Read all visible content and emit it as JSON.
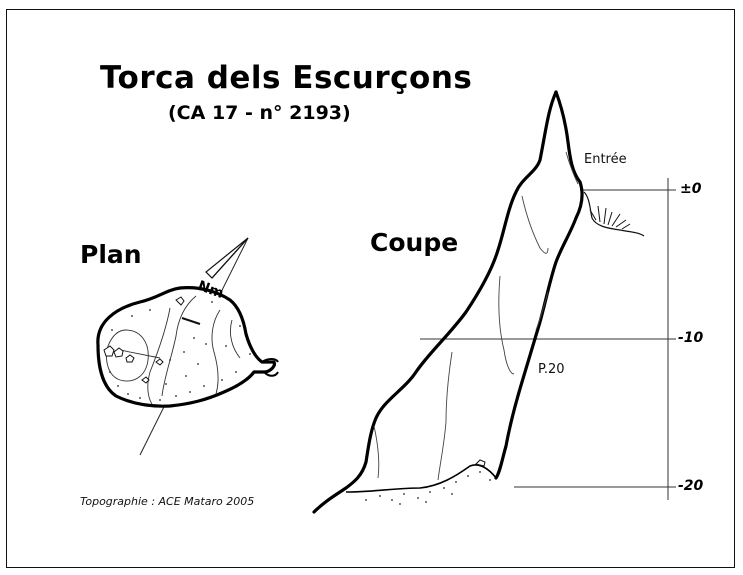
{
  "title": "Torca dels Escurçons",
  "subtitle": "(CA 17 - n° 2193)",
  "plan_label": "Plan",
  "section_label": "Coupe",
  "north_label": "Nm",
  "entrance_label": "Entrée",
  "pitch_label": "P.20",
  "depth_labels": [
    "±0",
    "-10",
    "-20"
  ],
  "credit": "Topographie : ACE Mataro 2005"
}
